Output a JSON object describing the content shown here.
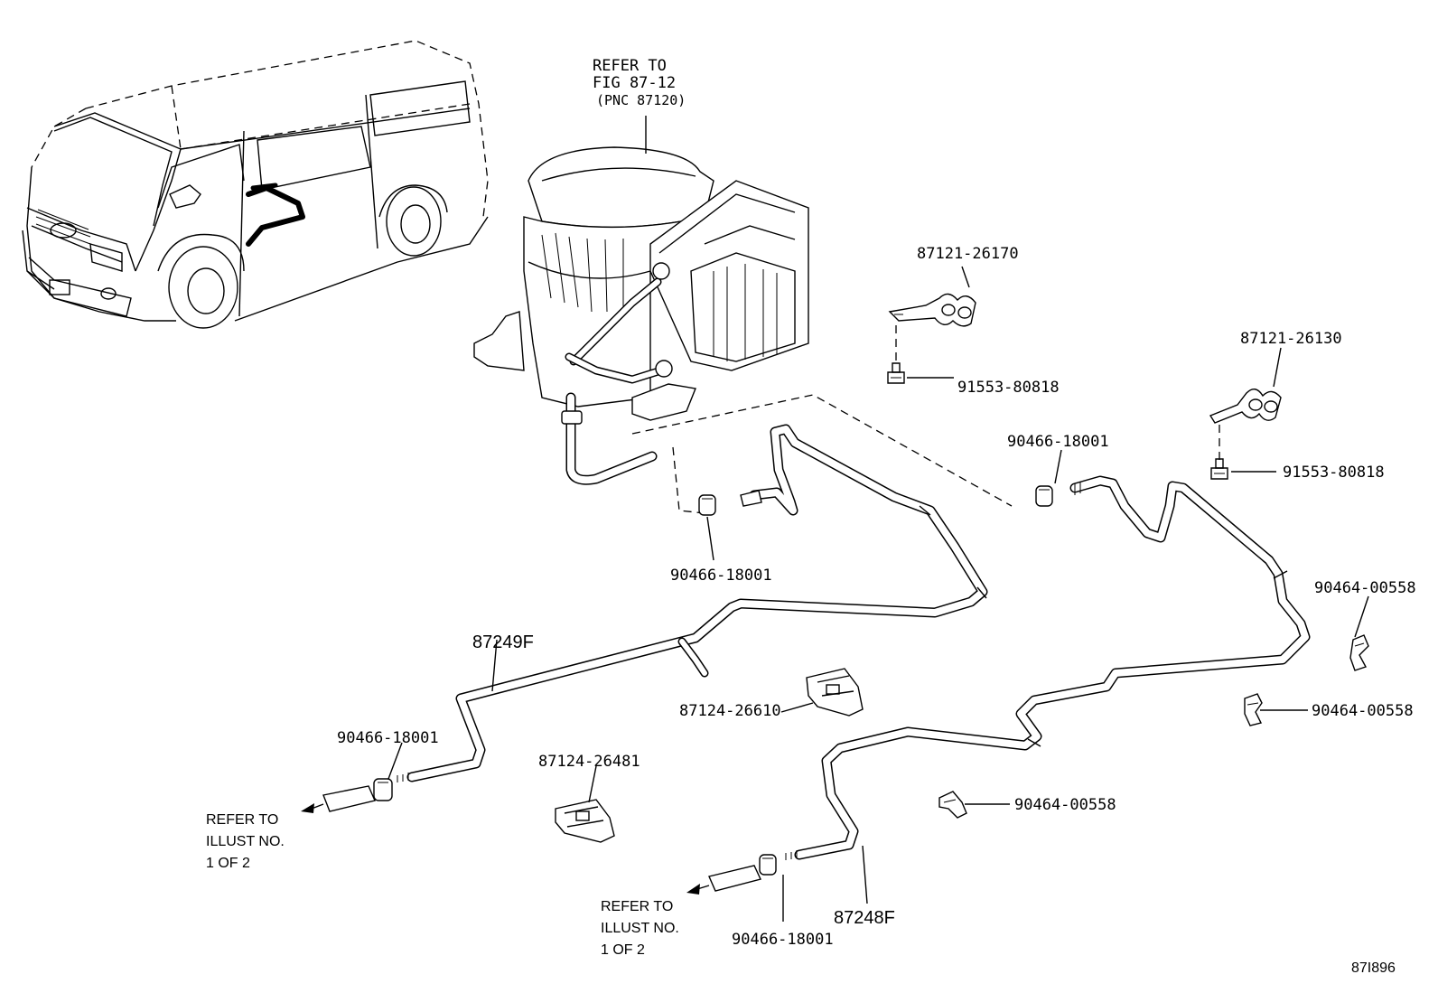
{
  "reference_main": {
    "line1": "REFER TO",
    "line2": "FIG 87-12",
    "line3": "(PNC 87120)"
  },
  "parts": {
    "clamp_87121_26170": "87121-26170",
    "bolt_91553_80818_a": "91553-80818",
    "clamp_87121_26130": "87121-26130",
    "bolt_91553_80818_b": "91553-80818",
    "hoseclamp_90466_18001_top_right": "90466-18001",
    "hoseclamp_90466_18001_middle": "90466-18001",
    "hoseclamp_90466_18001_left": "90466-18001",
    "hoseclamp_90466_18001_bottom": "90466-18001",
    "clip_90464_00558_a": "90464-00558",
    "clip_90464_00558_b": "90464-00558",
    "clip_90464_00558_c": "90464-00558",
    "clamp_87124_26610": "87124-26610",
    "clamp_87124_26481": "87124-26481",
    "hose_87249F": "87249F",
    "hose_87248F": "87248F"
  },
  "refer_left": {
    "line1": "REFER TO",
    "line2": "ILLUST NO.",
    "line3": "1 OF 2"
  },
  "refer_bottom": {
    "line1": "REFER TO",
    "line2": "ILLUST NO.",
    "line3": "1 OF 2"
  },
  "figure_id": "87I896"
}
